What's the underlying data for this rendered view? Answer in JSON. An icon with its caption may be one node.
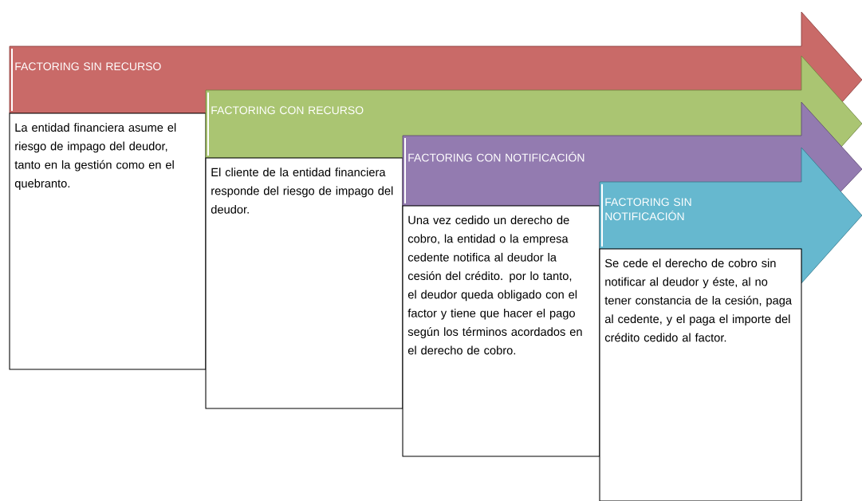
{
  "diagram": {
    "nodes": [
      {
        "text": [
          "FACTORING SIN RECURSO"
        ]
      },
      {
        "text": [
          "La entidad financiera asume el riesgo de impago del deudor, tanto en la gestión como en el quebranto."
        ]
      },
      {
        "text": [
          "FACTORING CON RECURSO"
        ]
      },
      {
        "text": [
          "El cliente de la entidad financiera responde del riesgo de impago del deudor."
        ]
      },
      {
        "text": [
          "FACTORING CON NOTIFICACIÓN"
        ]
      },
      {
        "text": [
          "Una vez cedido un derecho de cobro, la entidad o la empresa cedente notifica al deudor la cesión del crédito. por lo tanto, el deudor queda obligado con el factor y tiene que hacer el pago según los términos acordados en el derecho de cobro."
        ]
      },
      {
        "text": [
          "FACTORING SIN NOTIFICACIÓN"
        ]
      },
      {
        "text": [
          "Se cede el derecho de cobro sin notificar al deudor y éste, al no tener constancia de la cesión, paga al cedente, y el paga el importe del crédito cedido al factor."
        ]
      }
    ]
  }
}
